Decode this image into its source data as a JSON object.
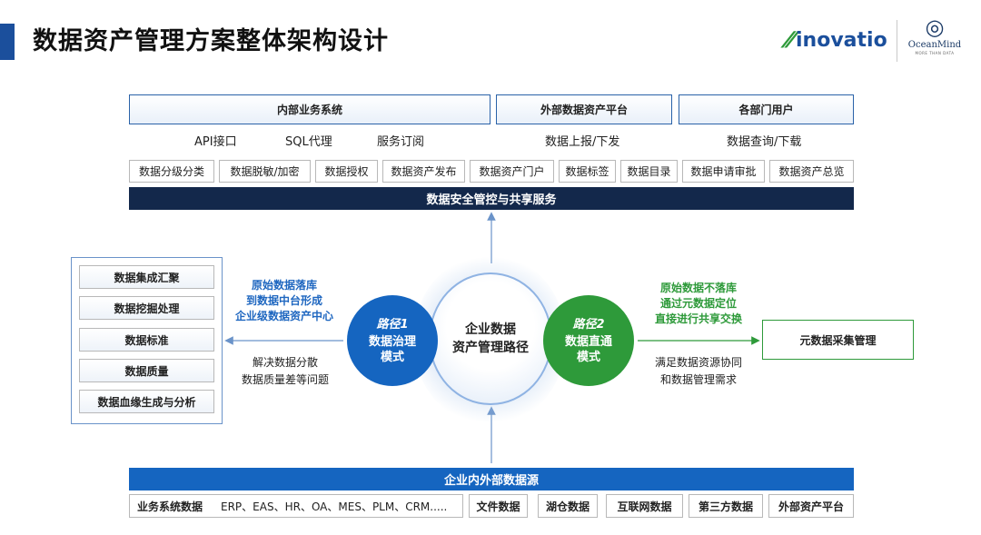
{
  "header": {
    "title": "数据资产管理方案整体架构设计",
    "logo_inovatio": "inovatio",
    "logo_oceanmind": "OceanMind",
    "logo_oceanmind_tagline": "MORE THAN DATA"
  },
  "top_groups": [
    {
      "label": "内部业务系统"
    },
    {
      "label": "外部数据资产平台"
    },
    {
      "label": "各部门用户"
    }
  ],
  "access_methods": [
    "API接口",
    "SQL代理",
    "服务订阅",
    "数据上报/下发",
    "数据查询/下载"
  ],
  "services": [
    "数据分级分类",
    "数据脱敏/加密",
    "数据授权",
    "数据资产发布",
    "数据资产门户",
    "数据标签",
    "数据目录",
    "数据申请审批",
    "数据资产总览"
  ],
  "security_bar": "数据安全管控与共享服务",
  "governance_items": [
    "数据集成汇聚",
    "数据挖掘处理",
    "数据标准",
    "数据质量",
    "数据血缘生成与分析"
  ],
  "path1": {
    "title": "路径1",
    "subtitle_line1": "数据治理",
    "subtitle_line2": "模式",
    "note_line1": "原始数据落库",
    "note_line2": "到数据中台形成",
    "note_line3": "企业级数据资产中心",
    "problem_line1": "解决数据分散",
    "problem_line2": "数据质量差等问题"
  },
  "center": {
    "line1": "企业数据",
    "line2": "资产管理路径"
  },
  "path2": {
    "title": "路径2",
    "subtitle_line1": "数据直通",
    "subtitle_line2": "模式",
    "note_line1": "原始数据不落库",
    "note_line2": "通过元数据定位",
    "note_line3": "直接进行共享交换",
    "problem_line1": "满足数据资源协同",
    "problem_line2": "和数据管理需求"
  },
  "metadata_box": "元数据采集管理",
  "source_bar": "企业内外部数据源",
  "sources": {
    "biz_label": "业务系统数据",
    "biz_list": "ERP、EAS、HR、OA、MES、PLM、CRM.....",
    "others": [
      "文件数据",
      "湖仓数据",
      "互联网数据",
      "第三方数据",
      "外部资产平台"
    ]
  },
  "colors": {
    "title_bar": "#1b4f9c",
    "security_bar": "#13284b",
    "source_bar": "#1565c0",
    "path1": "#1565c0",
    "path2": "#2e9a3a",
    "note_blue": "#1f67c0",
    "note_green": "#2e9a3a"
  }
}
